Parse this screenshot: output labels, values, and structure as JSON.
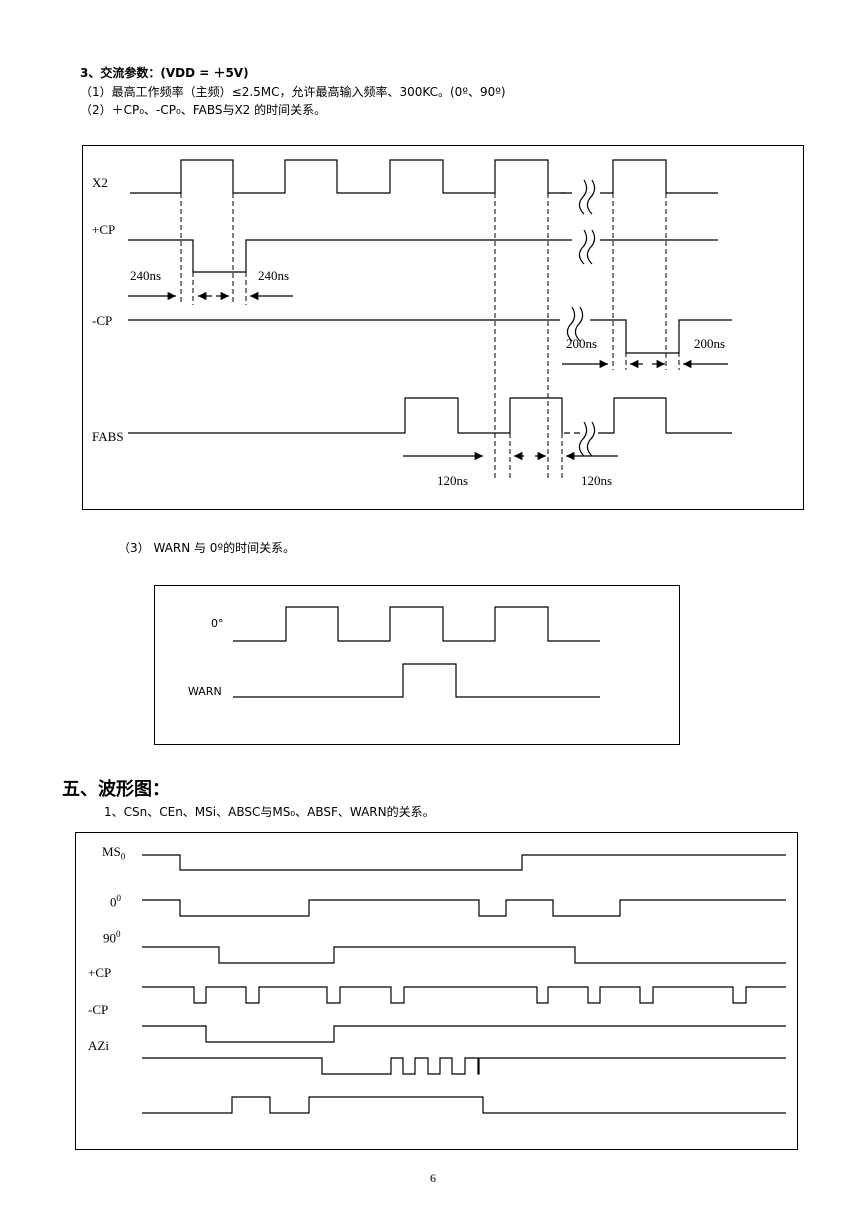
{
  "section3": {
    "title": "3、交流参数：(VDD = ＋5V)",
    "line1": "（1）最高工作频率（主频）≤2.5MC，允许最高输入频率、300KC。(0º、90º)",
    "line2": "（2）＋CP₀、-CP₀、FABS与X2 的时间关系。"
  },
  "diagram1": {
    "labels": {
      "x2": "X2",
      "pcp": "+CP",
      "ncp": "-CP",
      "fabs": "FABS"
    },
    "t1": "240ns",
    "t2": "240ns",
    "t3": "200ns",
    "t4": "200ns",
    "t5": "120ns",
    "t6": "120ns"
  },
  "section3_3": "（3）  WARN 与  0º的时间关系。",
  "diagram2": {
    "labels": {
      "zero": "0°",
      "warn": "WARN"
    }
  },
  "section5": {
    "title": "五、波形图：",
    "subtitle": "1、CSn、CEn、MSi、ABSC与MS₀、ABSF、WARN的关系。"
  },
  "diagram3": {
    "labels": {
      "ms0": "MS",
      "ms0_sub": "0",
      "zero": "0",
      "zero_sup": "0",
      "ninety": "90",
      "ninety_sup": "0",
      "pcp": "+CP",
      "ncp": "-CP",
      "azi": "AZi"
    }
  },
  "page_number": "6"
}
